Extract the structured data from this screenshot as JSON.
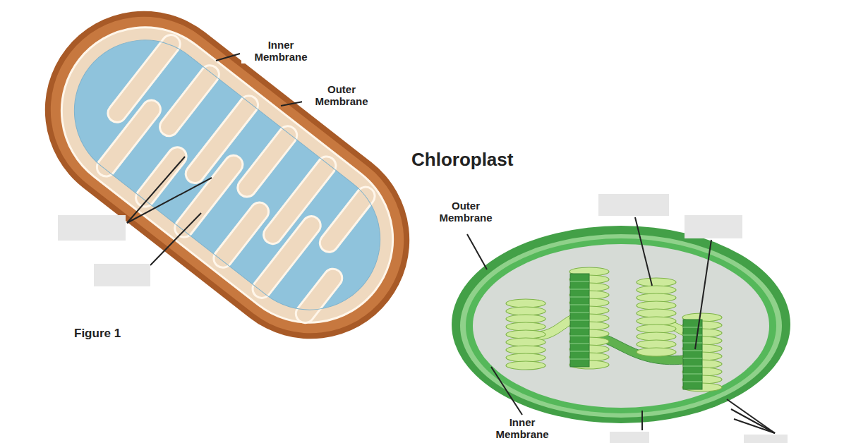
{
  "diagram": {
    "labels": [
      "Inner Membrane",
      "Outer Membrane",
      "Figure 1",
      "Chloroplast",
      "Outer Membrane",
      "Inner Membrane"
    ]
  }
}
